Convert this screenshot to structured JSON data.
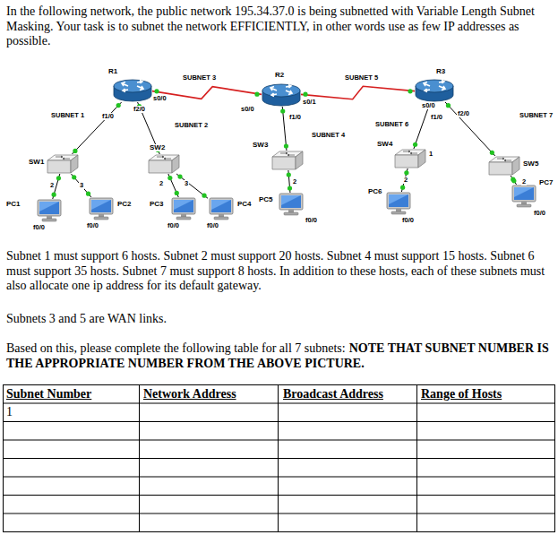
{
  "diagram": {
    "nodes": [
      {
        "text": [
          "R1"
        ]
      },
      {
        "text": [
          "R2"
        ]
      },
      {
        "text": [
          "R3"
        ]
      },
      {
        "text": [
          "SW1"
        ]
      },
      {
        "text": [
          "SW2"
        ]
      },
      {
        "text": [
          "SW3"
        ]
      },
      {
        "text": [
          "SW4"
        ]
      },
      {
        "text": [
          "SW5"
        ]
      },
      {
        "text": [
          "PC1"
        ]
      },
      {
        "text": [
          "PC2"
        ]
      },
      {
        "text": [
          "PC3"
        ]
      },
      {
        "text": [
          "PC4"
        ]
      },
      {
        "text": [
          "PC5"
        ]
      },
      {
        "text": [
          "PC6"
        ]
      },
      {
        "text": [
          "PC7"
        ]
      }
    ],
    "edges": [
      {
        "from": 0,
        "to": 1,
        "arrow": "none"
      },
      {
        "from": 1,
        "to": 2,
        "arrow": "none"
      },
      {
        "from": 0,
        "to": 3,
        "arrow": "none"
      },
      {
        "from": 0,
        "to": 4,
        "arrow": "none"
      },
      {
        "from": 1,
        "to": 5,
        "arrow": "none"
      },
      {
        "from": 2,
        "to": 6,
        "arrow": "none"
      },
      {
        "from": 2,
        "to": 7,
        "arrow": "none"
      },
      {
        "from": 3,
        "to": 8,
        "arrow": "none"
      },
      {
        "from": 3,
        "to": 9,
        "arrow": "none"
      },
      {
        "from": 4,
        "to": 10,
        "arrow": "none"
      },
      {
        "from": 4,
        "to": 11,
        "arrow": "none"
      },
      {
        "from": 5,
        "to": 12,
        "arrow": "none"
      },
      {
        "from": 6,
        "to": 13,
        "arrow": "none"
      },
      {
        "from": 7,
        "to": 14,
        "arrow": "none"
      }
    ],
    "labels": [
      "In the following network, the public network 195.34.37.0 is being subnetted with Variable Length Subnet Masking. Your task is to subnet the network EFFICIENTLY, in other words use as few IP addresses as possible.",
      "SUBNET 3",
      "SUBNET 5",
      "SUBNET 1",
      "SUBNET 2",
      "SUBNET 4",
      "SUBNET 6",
      "SUBNET 7",
      "s0/0",
      "f2/0",
      "f1/0",
      "s0/0",
      "s0/1",
      "f1/0",
      "s0/0",
      "f2/0",
      "f1/0",
      "2",
      "3",
      "2",
      "3",
      "2",
      "1",
      "2",
      "2",
      "f0/0",
      "f0/0",
      "f0/0",
      "f0/0",
      "f0/0",
      "f0/0",
      "f0/0",
      "Subnet 1 must support 6 hosts. Subnet 2 must support 20 hosts. Subnet 4 must support 15 hosts. Subnet 6 must support 35 hosts. Subnet 7 must support 8 hosts. In addition to these hosts, each of these subnets must also allocate one ip address for its default gateway.",
      "Subnets 3 and 5 are WAN links.",
      "Based on this, please complete the following table for all 7 subnets:",
      "NOTE THAT SUBNET NUMBER IS THE APPROPRIATE NUMBER FROM THE ABOVE PICTURE.",
      "Subnet Number",
      "Network Address",
      "Broadcast Address",
      "Range of Hosts",
      "1"
    ]
  }
}
